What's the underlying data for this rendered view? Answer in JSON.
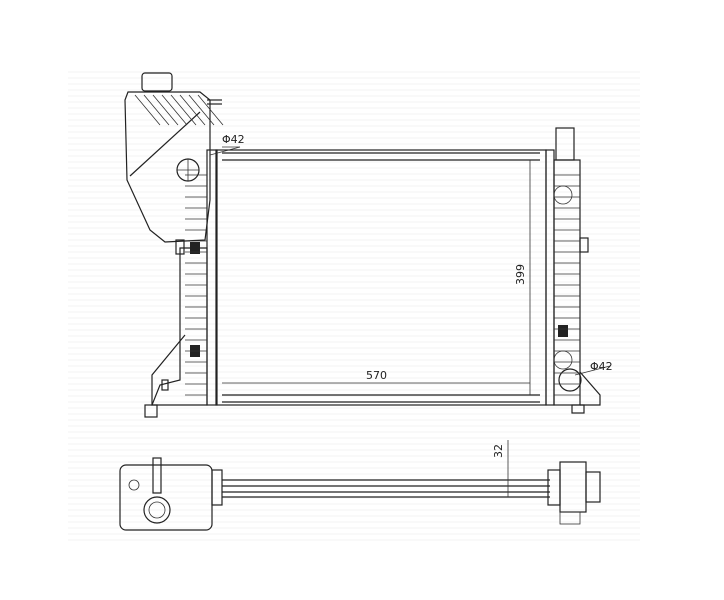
{
  "drawing": {
    "title": "Radiator technical drawing",
    "dimensions": {
      "inlet_diameter": "Φ42",
      "outlet_diameter": "Φ42",
      "core_height": "399",
      "core_width": "570",
      "core_depth": "32"
    }
  }
}
